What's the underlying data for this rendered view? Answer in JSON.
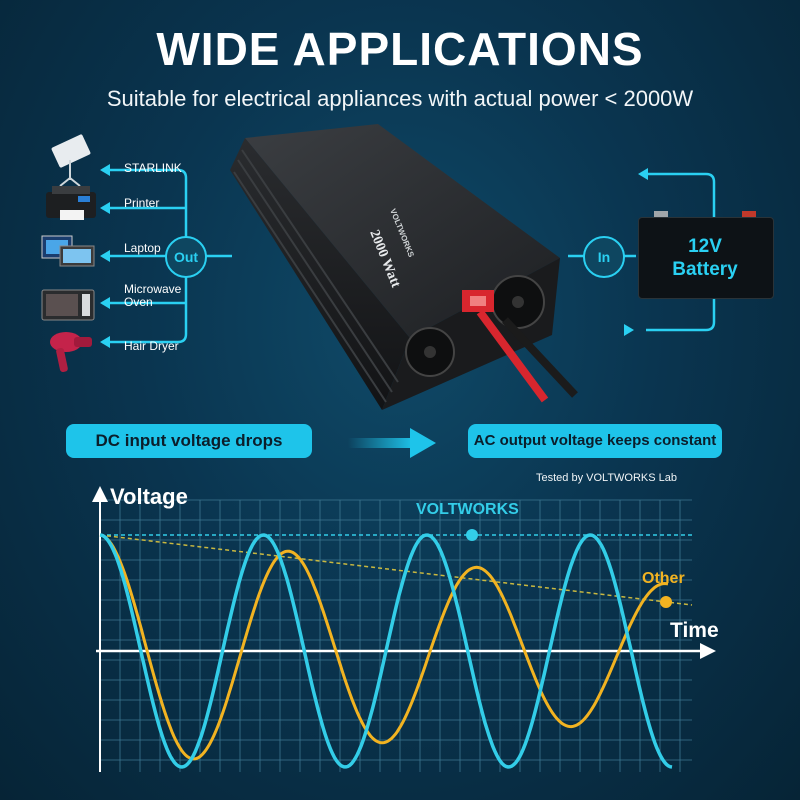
{
  "header": {
    "title": "WIDE APPLICATIONS",
    "subtitle": "Suitable for electrical appliances with actual power < 2000W"
  },
  "applications": [
    {
      "label": "STARLINK",
      "icon": "satellite-dish-icon"
    },
    {
      "label": "Printer",
      "icon": "printer-icon"
    },
    {
      "label": "Laptop",
      "icon": "laptop-icon"
    },
    {
      "label": "Microwave Oven",
      "icon": "microwave-icon"
    },
    {
      "label": "Hair Dryer",
      "icon": "hair-dryer-icon"
    }
  ],
  "out_label": "Out",
  "in_label": "In",
  "battery": {
    "line1": "12V",
    "line2": "Battery"
  },
  "inverter": {
    "model_text": "2000 Watt",
    "brand_text": "VOLTWORKS"
  },
  "banner": {
    "left": "DC input voltage drops",
    "right": "AC output voltage keeps constant"
  },
  "lab_note": "Tested by VOLTWORKS Lab",
  "chart_data": {
    "type": "line",
    "ylabel": "Voltage",
    "xlabel": "Time",
    "grid": true,
    "series": [
      {
        "name": "VOLTWORKS",
        "color": "#33cde8",
        "amplitude_start": 1.0,
        "amplitude_end": 1.0,
        "cycles": 3.5
      },
      {
        "name": "Other",
        "color": "#f2b321",
        "amplitude_start": 1.0,
        "amplitude_end": 0.58,
        "cycles": 3.5
      }
    ]
  },
  "colors": {
    "accent": "#1ec4ea",
    "other": "#f2b321",
    "bg": "#0a3550"
  }
}
